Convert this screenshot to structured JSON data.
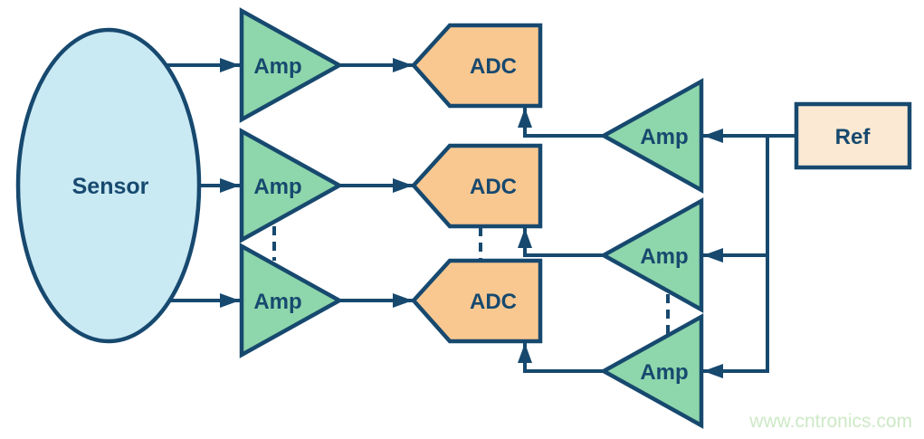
{
  "diagram": {
    "sensor": {
      "label": "Sensor",
      "shape": "ellipse"
    },
    "input_amps": [
      {
        "label": "Amp"
      },
      {
        "label": "Amp"
      },
      {
        "label": "Amp"
      }
    ],
    "adcs": [
      {
        "label": "ADC"
      },
      {
        "label": "ADC"
      },
      {
        "label": "ADC"
      }
    ],
    "reference_amps": [
      {
        "label": "Amp"
      },
      {
        "label": "Amp"
      },
      {
        "label": "Amp"
      }
    ],
    "ref": {
      "label": "Ref",
      "shape": "rectangle"
    },
    "watermark": "www.cntronics.com",
    "edges": [
      {
        "from": "sensor",
        "to": "input-amp-1"
      },
      {
        "from": "sensor",
        "to": "input-amp-2"
      },
      {
        "from": "sensor",
        "to": "input-amp-3"
      },
      {
        "from": "input-amp-1",
        "to": "adc-1"
      },
      {
        "from": "input-amp-2",
        "to": "adc-2"
      },
      {
        "from": "input-amp-3",
        "to": "adc-3"
      },
      {
        "from": "reference-amp-1",
        "to": "adc-1-ref-input"
      },
      {
        "from": "reference-amp-2",
        "to": "adc-2-ref-input"
      },
      {
        "from": "reference-amp-3",
        "to": "adc-3-ref-input"
      },
      {
        "from": "ref",
        "to": "reference-amp-1"
      },
      {
        "from": "ref",
        "to": "reference-amp-2"
      },
      {
        "from": "ref",
        "to": "reference-amp-3"
      }
    ],
    "ellipsis_marks": 3,
    "colors": {
      "outline": "#17496f",
      "amp_fill": "#8ed6ab",
      "adc_fill": "#f9c891",
      "ref_fill": "#fbe9d3",
      "sensor_fill": "#c9e9f3",
      "watermark_text": "#cde9c6",
      "background": "#ffffff"
    }
  }
}
